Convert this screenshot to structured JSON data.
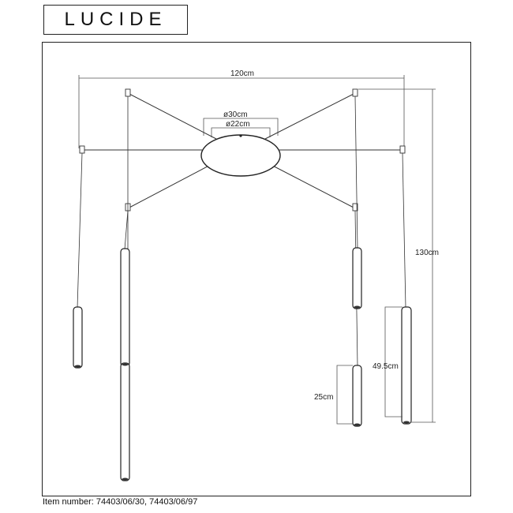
{
  "brand": {
    "logo_text": "LUCIDE"
  },
  "dimensions": {
    "overall_width": "120cm",
    "canopy_outer": "ø30cm",
    "canopy_inner": "ø22cm",
    "overall_height": "130cm",
    "cable_length": "49.5cm",
    "lamp_length": "25cm"
  },
  "footer": {
    "label": "Item number:",
    "numbers": "74403/06/30, 74403/06/97"
  }
}
